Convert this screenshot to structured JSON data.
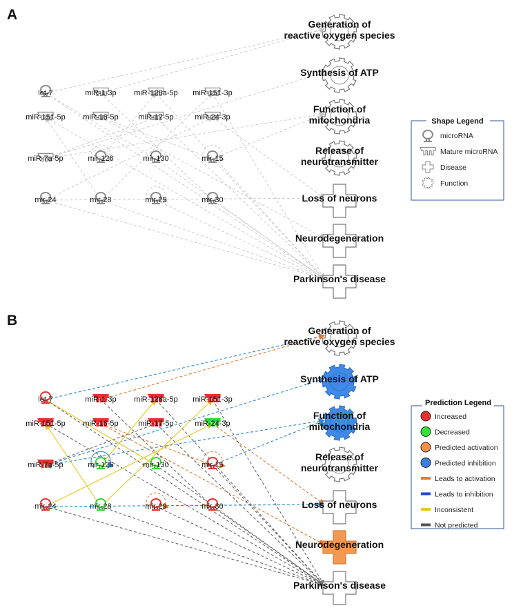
{
  "panels": {
    "A": {
      "letter": "A"
    },
    "B": {
      "letter": "B"
    }
  },
  "mirnas": [
    {
      "id": "let7",
      "label": "let-7",
      "shape": "microRNA",
      "b_color": "red"
    },
    {
      "id": "mir1",
      "label": "miR-1-3p",
      "shape": "mature",
      "b_color": "red"
    },
    {
      "id": "mir126a",
      "label": "miR-126a-5p",
      "shape": "mature",
      "b_color": "red"
    },
    {
      "id": "mir151_3",
      "label": "miR-151-3p",
      "shape": "mature",
      "b_color": "red"
    },
    {
      "id": "mir151_5",
      "label": "miR-151-5p",
      "shape": "mature",
      "b_color": "red"
    },
    {
      "id": "mir16",
      "label": "miR-16-5p",
      "shape": "mature",
      "b_color": "red"
    },
    {
      "id": "mir17",
      "label": "miR-17-5p",
      "shape": "mature",
      "b_color": "red"
    },
    {
      "id": "mir24_3",
      "label": "miR-24-3p",
      "shape": "mature",
      "b_color": "green"
    },
    {
      "id": "mir7a",
      "label": "miR-7a-5p",
      "shape": "mature",
      "b_color": "red"
    },
    {
      "id": "mir126",
      "label": "mir-126",
      "shape": "microRNA",
      "b_color": "green"
    },
    {
      "id": "mir130",
      "label": "mir-130",
      "shape": "microRNA",
      "b_color": "green"
    },
    {
      "id": "mir15",
      "label": "mir-15",
      "shape": "microRNA",
      "b_color": "red"
    },
    {
      "id": "mir24",
      "label": "mir-24",
      "shape": "microRNA",
      "b_color": "red"
    },
    {
      "id": "mir28",
      "label": "mir-28",
      "shape": "microRNA",
      "b_color": "green"
    },
    {
      "id": "mir29",
      "label": "mir-29",
      "shape": "microRNA",
      "b_color": "red"
    },
    {
      "id": "mir30",
      "label": "mir-30",
      "shape": "microRNA",
      "b_color": "red"
    }
  ],
  "targets": [
    {
      "id": "ros",
      "lines": [
        "Generation of",
        "reactive oxygen species"
      ],
      "shape": "function",
      "b_fill": "none"
    },
    {
      "id": "atp",
      "lines": [
        "Synthesis of ATP"
      ],
      "shape": "function",
      "b_fill": "inhibition"
    },
    {
      "id": "mito",
      "lines": [
        "Function of",
        "mitochondria"
      ],
      "shape": "function",
      "b_fill": "inhibition"
    },
    {
      "id": "neuro",
      "lines": [
        "Release of",
        "neurotransmitter"
      ],
      "shape": "function",
      "b_fill": "none"
    },
    {
      "id": "loss",
      "lines": [
        "Loss of neurons"
      ],
      "shape": "disease",
      "b_fill": "none"
    },
    {
      "id": "ndg",
      "lines": [
        "Neurodegeneration"
      ],
      "shape": "disease",
      "b_fill": "activation"
    },
    {
      "id": "pd",
      "lines": [
        "Parkinson's disease"
      ],
      "shape": "disease",
      "b_fill": "none"
    }
  ],
  "shape_legend": {
    "title": "Shape Legend",
    "items": [
      {
        "icon": "microrna-icon",
        "label": "microRNA"
      },
      {
        "icon": "mature-microrna-icon",
        "label": "Mature microRNA"
      },
      {
        "icon": "disease-icon",
        "label": "Disease"
      },
      {
        "icon": "function-icon",
        "label": "Function"
      }
    ]
  },
  "prediction_legend": {
    "title": "Prediction Legend",
    "items": [
      {
        "kind": "circle",
        "color": "#e83030",
        "label": "Increased"
      },
      {
        "kind": "circle",
        "color": "#33e333",
        "label": "Decreased"
      },
      {
        "kind": "circle",
        "color": "#f0904a",
        "label": "Predicted activation"
      },
      {
        "kind": "circle",
        "color": "#3a7fe0",
        "label": "Predicted inhibition"
      },
      {
        "kind": "bar",
        "color": "#f07820",
        "label": "Leads to activation"
      },
      {
        "kind": "bar",
        "color": "#2244dd",
        "label": "Leads to inhibition"
      },
      {
        "kind": "bar",
        "color": "#e6c81e",
        "label": "Inconsistent"
      },
      {
        "kind": "bar",
        "color": "#555555",
        "label": "Not predicted"
      }
    ]
  },
  "colors": {
    "increased": "#e83030",
    "decreased": "#33d633",
    "activation_fill": "#f29a55",
    "inhibition_fill": "#3f8ae6",
    "grey_edge": "#c8c8c8",
    "orange_edge": "#e8762a",
    "blue_edge": "#2f86d6",
    "yellow_edge": "#e6c81e",
    "dark_edge": "#666666"
  },
  "edges": [
    {
      "from": "let7",
      "to": "ros",
      "b": "blue"
    },
    {
      "from": "let7",
      "to": "mir130",
      "b": "yellow"
    },
    {
      "from": "let7",
      "to": "pd",
      "b": "dark"
    },
    {
      "from": "mir1",
      "to": "ros",
      "b": "orange"
    },
    {
      "from": "mir126a",
      "to": "pd",
      "b": "dark"
    },
    {
      "from": "mir151_3",
      "to": "pd",
      "b": "dark"
    },
    {
      "from": "mir151_5",
      "to": "pd",
      "b": "dark"
    },
    {
      "from": "mir16",
      "to": "mir15",
      "b": "orange"
    },
    {
      "from": "mir16",
      "to": "ndg",
      "b": "orange"
    },
    {
      "from": "mir17",
      "to": "pd",
      "b": "dark"
    },
    {
      "from": "mir24_3",
      "to": "loss",
      "b": "orange"
    },
    {
      "from": "mir7a",
      "to": "mito",
      "b": "blue"
    },
    {
      "from": "mir7a",
      "to": "atp",
      "b": "blue"
    },
    {
      "from": "mir126",
      "to": "mir126a",
      "b": "yellow"
    },
    {
      "from": "mir130",
      "to": "pd",
      "b": "dark"
    },
    {
      "from": "mir15",
      "to": "mito",
      "b": "blue"
    },
    {
      "from": "mir15",
      "to": "pd",
      "b": "dark"
    },
    {
      "from": "mir24",
      "to": "mir24_3",
      "b": "yellow"
    },
    {
      "from": "mir24",
      "to": "loss",
      "b": "blue"
    },
    {
      "from": "mir28",
      "to": "mir151_5",
      "b": "yellow"
    },
    {
      "from": "mir28",
      "to": "mir151_3",
      "b": "yellow"
    },
    {
      "from": "mir28",
      "to": "pd",
      "b": "dark"
    },
    {
      "from": "mir29",
      "to": "pd",
      "b": "dark"
    },
    {
      "from": "mir30",
      "to": "pd",
      "b": "dark"
    },
    {
      "from": "mir24",
      "to": "pd",
      "b": "dark"
    },
    {
      "from": "mir17",
      "to": "mir7a",
      "b": "dark"
    },
    {
      "from": "mir1",
      "to": "mir30",
      "b": "dark"
    }
  ],
  "self_loops": [
    {
      "node": "mir126",
      "b": "blue"
    },
    {
      "node": "mir15",
      "b": "orange"
    },
    {
      "node": "mir29",
      "b": "orange"
    }
  ]
}
